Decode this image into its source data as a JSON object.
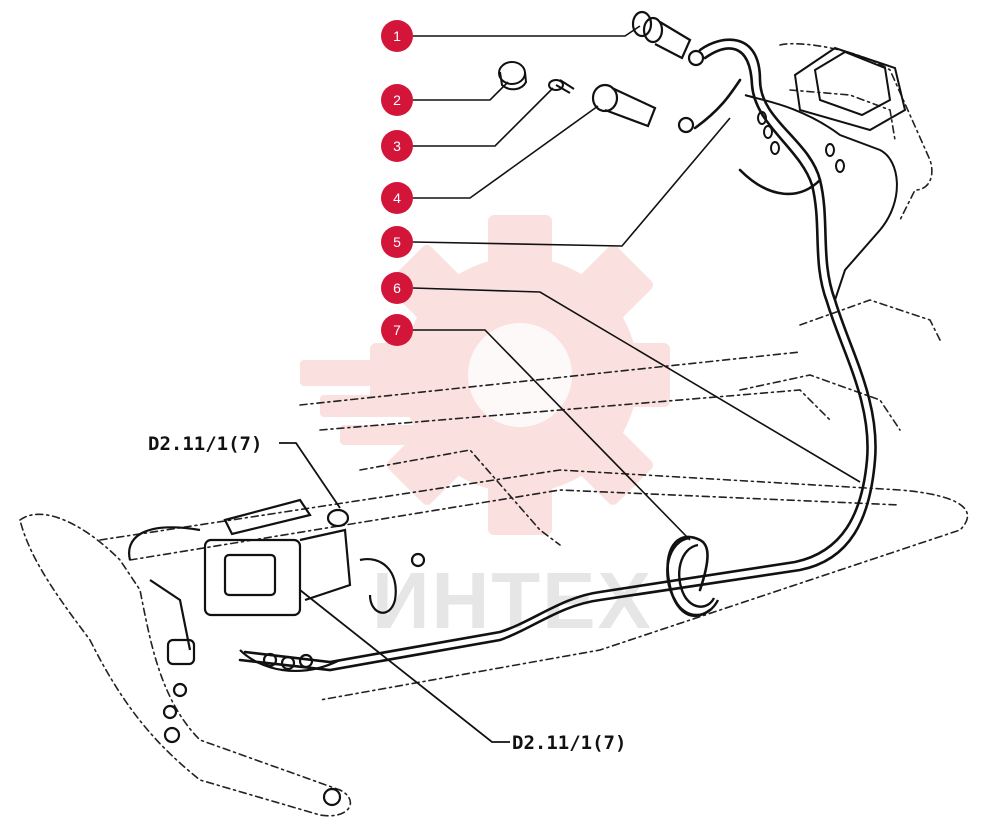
{
  "diagram": {
    "callouts": [
      {
        "number": "1"
      },
      {
        "number": "2"
      },
      {
        "number": "3"
      },
      {
        "number": "4"
      },
      {
        "number": "5"
      },
      {
        "number": "6"
      },
      {
        "number": "7"
      }
    ],
    "references": [
      {
        "text": "D2.11/1(7)"
      },
      {
        "text": "D2.11/1(7)"
      }
    ],
    "callout_color": "#d4153a",
    "line_color": "#111111"
  },
  "watermark": {
    "text": "ИНТЕХ",
    "color": "#e84545"
  }
}
